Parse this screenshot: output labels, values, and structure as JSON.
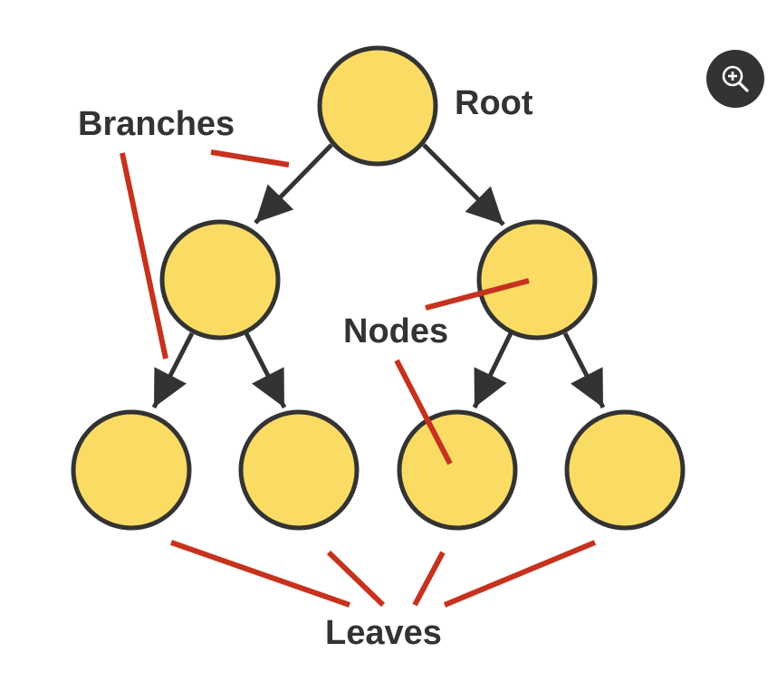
{
  "labels": {
    "root": "Root",
    "branches": "Branches",
    "nodes": "Nodes",
    "leaves": "Leaves"
  },
  "colors": {
    "node_fill": "#FADC64",
    "outline": "#333333",
    "pointer": "#C6321E",
    "label": "#333333",
    "zoom_bg": "#333333",
    "zoom_icon": "#ffffff"
  },
  "toolbar": {
    "zoom_icon": "zoom-in-icon"
  },
  "tree": {
    "nodes": [
      {
        "id": "root",
        "role": "root"
      },
      {
        "id": "left",
        "role": "node"
      },
      {
        "id": "right",
        "role": "node"
      },
      {
        "id": "leaf-1",
        "role": "leaf"
      },
      {
        "id": "leaf-2",
        "role": "leaf"
      },
      {
        "id": "leaf-3",
        "role": "leaf"
      },
      {
        "id": "leaf-4",
        "role": "leaf"
      }
    ],
    "edges": [
      {
        "from": "root",
        "to": "left"
      },
      {
        "from": "root",
        "to": "right"
      },
      {
        "from": "left",
        "to": "leaf-1"
      },
      {
        "from": "left",
        "to": "leaf-2"
      },
      {
        "from": "right",
        "to": "leaf-3"
      },
      {
        "from": "right",
        "to": "leaf-4"
      }
    ]
  }
}
